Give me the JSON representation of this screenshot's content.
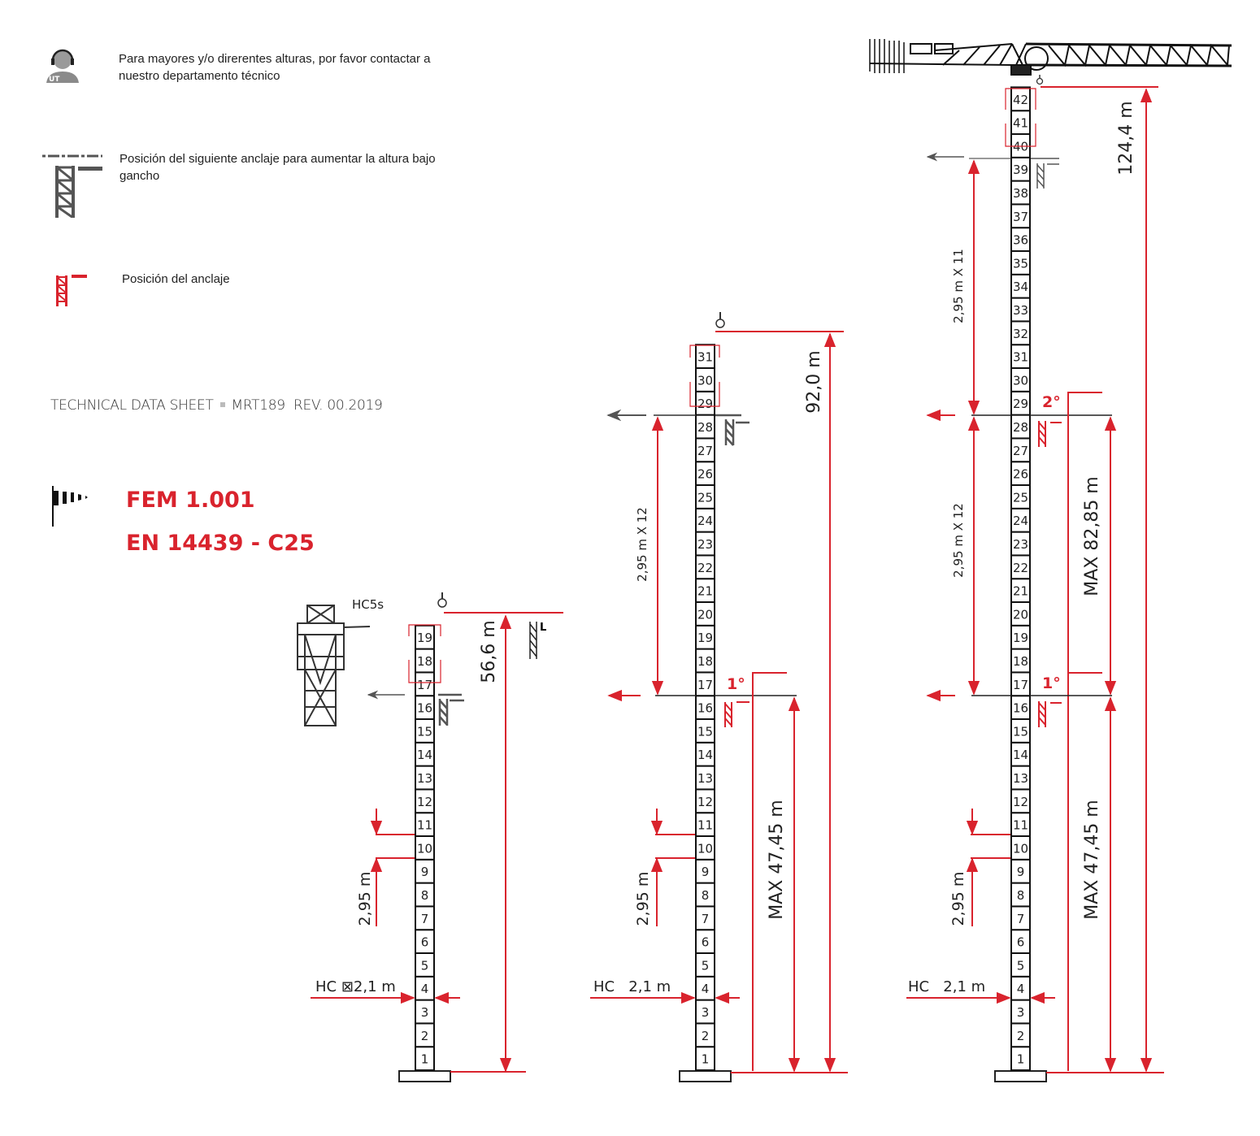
{
  "legend": {
    "contact": {
      "icon": "technical-support-icon",
      "badge": "UT",
      "text": "Para mayores y/o direrentes alturas, por favor contactar a nuestro departamento técnico"
    },
    "next_anchor": {
      "icon": "next-anchor-icon",
      "text": "Posición del siguiente anclaje para aumentar la altura bajo gancho"
    },
    "anchor": {
      "icon": "anchor-position-icon",
      "text": "Posición del anclaje"
    }
  },
  "sheet": {
    "title": "TECHNICAL DATA SHEET",
    "model": "MRT189",
    "revision": "REV. 00.2019"
  },
  "standards": {
    "icon": "windsock-icon",
    "fem": "FEM 1.001",
    "en": "EN 14439 - C25"
  },
  "colors": {
    "accent": "#d9232d",
    "line": "#222222",
    "gray": "#555555"
  },
  "towers": [
    {
      "sections": 19,
      "height_label": "56,6 m",
      "hc_label": "HC ⊠2,1 m",
      "section_label": "2,95 m",
      "climbing_label": "HC5s",
      "L_label": "L"
    },
    {
      "sections": 31,
      "height_label": "92,0 m",
      "hc_label": "HC   2,1 m",
      "section_label": "2,95 m",
      "span_label": "2,95 m X 12",
      "anchor1": "1°",
      "max_label": "MAX 47,45 m"
    },
    {
      "sections": 42,
      "height_label": "124,4 m",
      "hc_label": "HC   2,1 m",
      "section_label": "2,95 m",
      "span_top_label": "2,95 m X 11",
      "span_label": "2,95 m X 12",
      "anchor1": "1°",
      "anchor2": "2°",
      "max_label": "MAX 47,45 m",
      "max2_label": "MAX 82,85 m"
    }
  ]
}
